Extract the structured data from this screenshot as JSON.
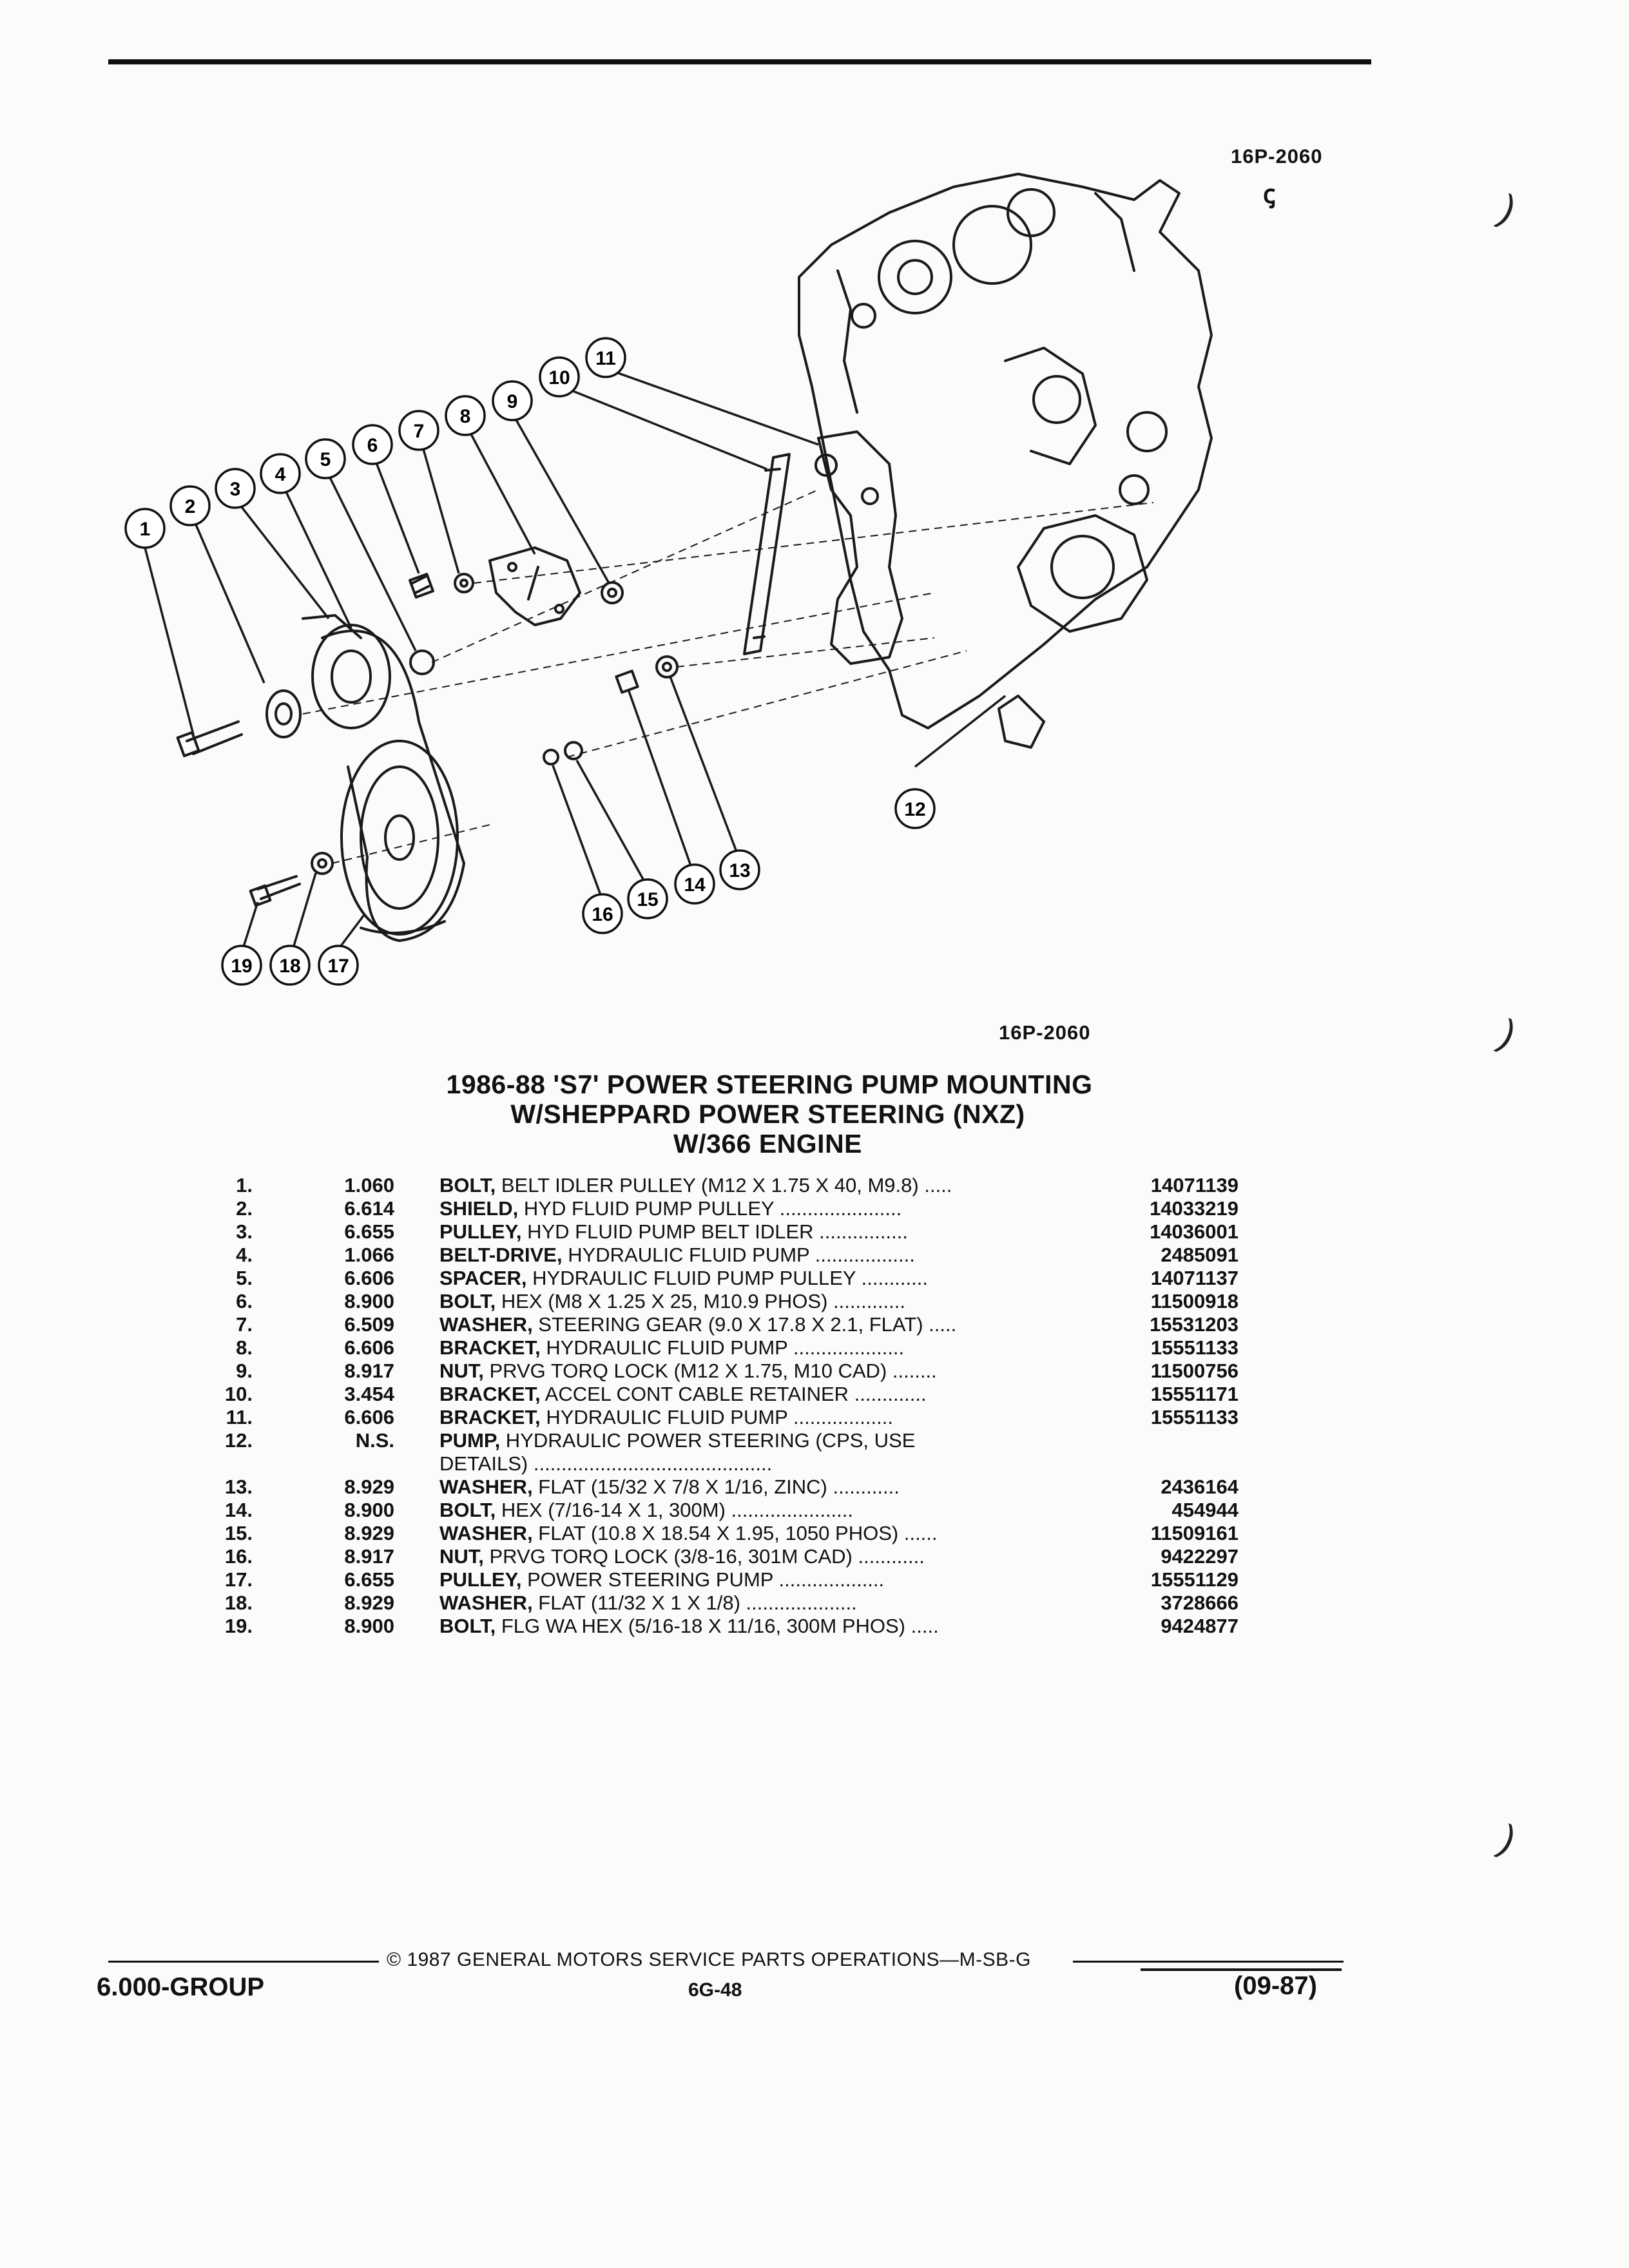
{
  "header": {
    "code": "16P-2060",
    "gm_mark": "ꞔ"
  },
  "figure": {
    "code": "16P-2060",
    "callouts": [
      "1",
      "2",
      "3",
      "4",
      "5",
      "6",
      "7",
      "8",
      "9",
      "10",
      "11",
      "12",
      "13",
      "14",
      "15",
      "16",
      "17",
      "18",
      "19"
    ]
  },
  "titles": {
    "line1": "1986-88 'S7' POWER STEERING PUMP MOUNTING",
    "line2": "W/SHEPPARD POWER STEERING (NXZ)",
    "line3": "W/366 ENGINE"
  },
  "parts": [
    {
      "no": "1.",
      "group": "1.060",
      "name": "BOLT,",
      "desc": " BELT IDLER PULLEY (M12 X 1.75 X 40, M9.8) .....",
      "part": "14071139"
    },
    {
      "no": "2.",
      "group": "6.614",
      "name": "SHIELD,",
      "desc": " HYD FLUID PUMP PULLEY ......................",
      "part": "14033219"
    },
    {
      "no": "3.",
      "group": "6.655",
      "name": "PULLEY,",
      "desc": " HYD FLUID PUMP BELT IDLER ................",
      "part": "14036001"
    },
    {
      "no": "4.",
      "group": "1.066",
      "name": "BELT-DRIVE,",
      "desc": " HYDRAULIC FLUID PUMP ..................",
      "part": "2485091"
    },
    {
      "no": "5.",
      "group": "6.606",
      "name": "SPACER,",
      "desc": " HYDRAULIC FLUID PUMP PULLEY ............",
      "part": "14071137"
    },
    {
      "no": "6.",
      "group": "8.900",
      "name": "BOLT,",
      "desc": " HEX (M8 X 1.25 X 25, M10.9 PHOS) .............",
      "part": "11500918"
    },
    {
      "no": "7.",
      "group": "6.509",
      "name": "WASHER,",
      "desc": " STEERING GEAR (9.0 X 17.8 X 2.1, FLAT) .....",
      "part": "15531203"
    },
    {
      "no": "8.",
      "group": "6.606",
      "name": "BRACKET,",
      "desc": " HYDRAULIC FLUID PUMP ....................",
      "part": "15551133"
    },
    {
      "no": "9.",
      "group": "8.917",
      "name": "NUT,",
      "desc": " PRVG TORQ LOCK (M12 X 1.75, M10 CAD) ........",
      "part": "11500756"
    },
    {
      "no": "10.",
      "group": "3.454",
      "name": "BRACKET,",
      "desc": " ACCEL CONT CABLE RETAINER .............",
      "part": "15551171"
    },
    {
      "no": "11.",
      "group": "6.606",
      "name": "BRACKET,",
      "desc": " HYDRAULIC FLUID PUMP ..................",
      "part": "15551133"
    },
    {
      "no": "12.",
      "group": "N.S.",
      "name": "PUMP,",
      "desc": " HYDRAULIC POWER STEERING (CPS, USE",
      "part": ""
    },
    {
      "no": "",
      "group": "",
      "name": "",
      "desc": "DETAILS) ...........................................",
      "part": ""
    },
    {
      "no": "13.",
      "group": "8.929",
      "name": "WASHER,",
      "desc": " FLAT (15/32 X 7/8 X 1/16, ZINC) ............",
      "part": "2436164"
    },
    {
      "no": "14.",
      "group": "8.900",
      "name": "BOLT,",
      "desc": " HEX (7/16-14 X 1, 300M) ......................",
      "part": "454944"
    },
    {
      "no": "15.",
      "group": "8.929",
      "name": "WASHER,",
      "desc": " FLAT (10.8 X 18.54 X 1.95, 1050 PHOS) ......",
      "part": "11509161"
    },
    {
      "no": "16.",
      "group": "8.917",
      "name": "NUT,",
      "desc": " PRVG TORQ LOCK (3/8-16, 301M CAD) ............",
      "part": "9422297"
    },
    {
      "no": "17.",
      "group": "6.655",
      "name": "PULLEY,",
      "desc": " POWER STEERING PUMP ...................",
      "part": "15551129"
    },
    {
      "no": "18.",
      "group": "8.929",
      "name": "WASHER,",
      "desc": " FLAT (11/32 X 1 X 1/8) ....................",
      "part": "3728666"
    },
    {
      "no": "19.",
      "group": "8.900",
      "name": "BOLT,",
      "desc": " FLG WA HEX (5/16-18 X 11/16, 300M PHOS) .....",
      "part": "9424877"
    }
  ],
  "footer": {
    "copyright": "© 1987 GENERAL MOTORS SERVICE PARTS OPERATIONS—M-SB-G",
    "group": "6.000-GROUP",
    "page": "6G-48",
    "date": "(09-87)"
  }
}
